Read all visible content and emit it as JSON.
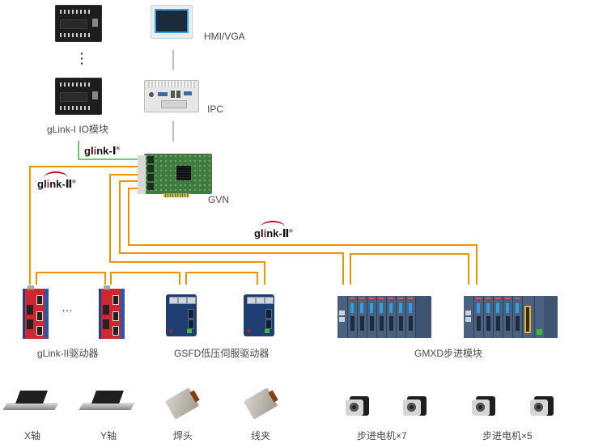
{
  "diagram": {
    "top": {
      "io_module_label": "gLink-I IO模块",
      "vertical_ellipsis": "⋮",
      "hmi_label": "HMI/VGA",
      "ipc_label": "IPC",
      "card_label": "GVN"
    },
    "buses": {
      "glink1_logo": {
        "prefix": "gl",
        "accent": "i",
        "suffix": "nk-Ⅰ",
        "mark": "®"
      },
      "glink2_logo": {
        "prefix": "gl",
        "accent": "i",
        "suffix": "nk-Ⅱ",
        "mark": "®"
      },
      "glink1_color": "#4cb84c",
      "glink2_color": "#f39200",
      "logo_accent_color": "#c0141c"
    },
    "groups": [
      {
        "label": "gLink-II驱动器",
        "ellipsis": "…"
      },
      {
        "label": "GSFD低压伺服驱动器"
      },
      {
        "label": "GMXD步进模块"
      }
    ],
    "actuators": [
      {
        "label": "X轴"
      },
      {
        "label": "Y轴"
      },
      {
        "label": "焊头"
      },
      {
        "label": "线夹"
      },
      {
        "label": "步进电机×7"
      },
      {
        "label": "步进电机×5"
      }
    ]
  }
}
